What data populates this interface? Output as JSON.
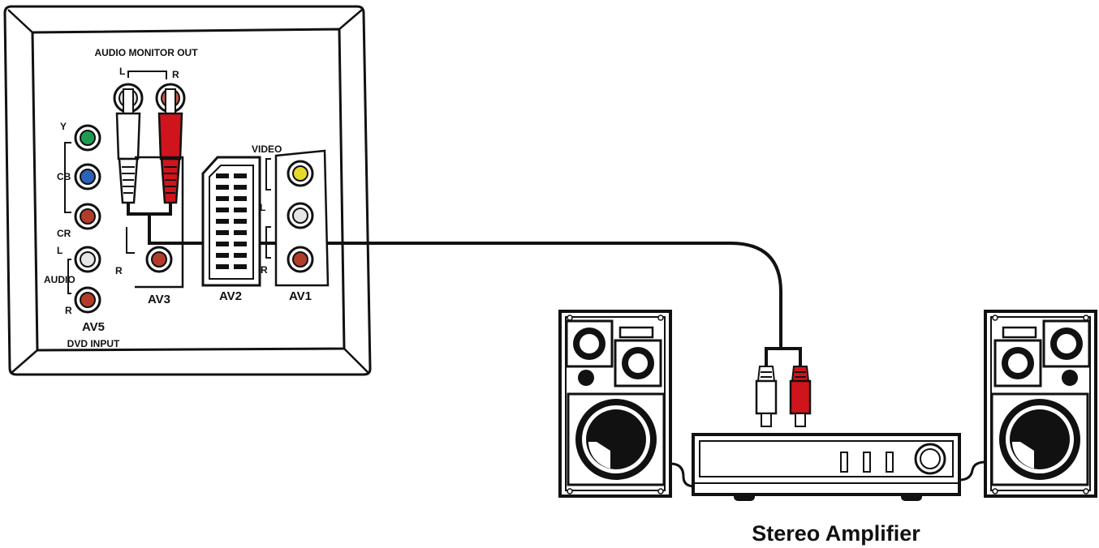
{
  "panel": {
    "audio_monitor_out": "AUDIO MONITOR OUT",
    "left": "L",
    "right": "R",
    "y": "Y",
    "cb": "CB",
    "cr": "CR",
    "audio": "AUDIO",
    "av5": "AV5",
    "dvd_input": "DVD INPUT",
    "av3": "AV3",
    "av2": "AV2",
    "av1": "AV1",
    "video": "VIDEO"
  },
  "amplifier": {
    "title": "Stereo Amplifier"
  },
  "colors": {
    "green": "#1e9a52",
    "blue": "#2c63b8",
    "red_jack": "#b23c2a",
    "yellow": "#e8d82a",
    "plug_red": "#d0141c",
    "white": "#ffffff",
    "black": "#111111"
  }
}
